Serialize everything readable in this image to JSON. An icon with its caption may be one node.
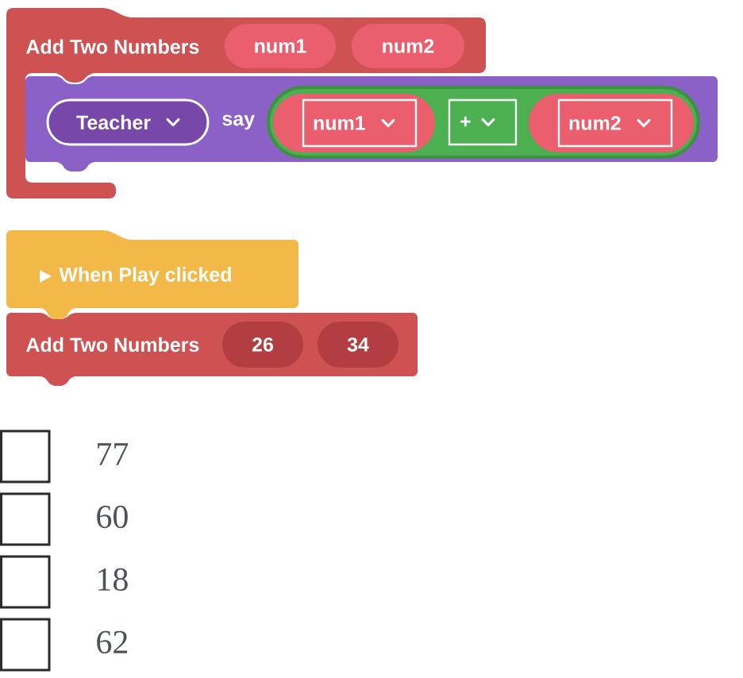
{
  "diagram": {
    "nodes": [
      {
        "text": [
          "Add Two Numbers"
        ]
      },
      {
        "text": [
          "num1"
        ],
        "in": 0
      },
      {
        "text": [
          "num2"
        ],
        "in": 0
      },
      {
        "text": [
          "say"
        ]
      },
      {
        "text": [
          "Teacher"
        ],
        "in": 3
      },
      {
        "text": [],
        "shape": "box",
        "in": 3
      },
      {
        "text": [
          "num1"
        ],
        "in": 5
      },
      {
        "text": [
          "+"
        ],
        "in": 5
      },
      {
        "text": [
          "num2"
        ],
        "in": 5
      },
      {
        "text": [
          "When Play clicked"
        ]
      },
      {
        "text": [
          "Add Two Numbers"
        ]
      },
      {
        "text": [
          "26"
        ],
        "in": 10
      },
      {
        "text": [
          "34"
        ],
        "in": 10
      }
    ],
    "labels": [
      "77",
      "60",
      "18",
      "62"
    ]
  }
}
